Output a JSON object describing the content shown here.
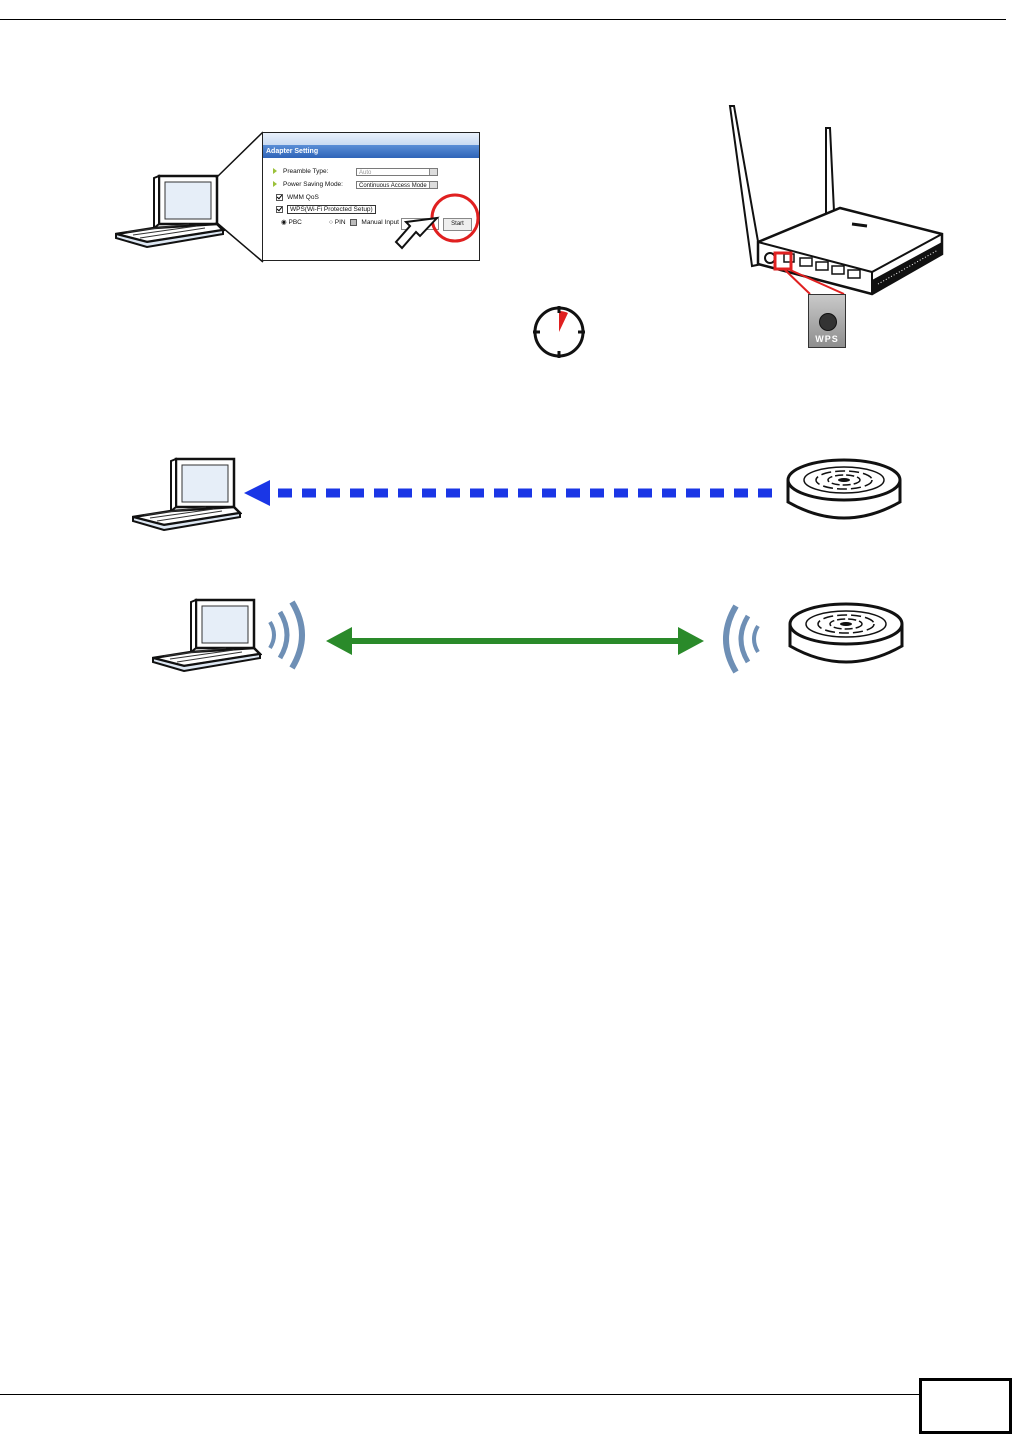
{
  "adapter_panel": {
    "title": "Adapter Setting",
    "preamble_label": "Preamble Type:",
    "preamble_value": "Auto",
    "power_label": "Power Saving Mode:",
    "power_value": "Continuous Access Mode",
    "wmm_label": "WMM QoS",
    "wps_label": "WPS(Wi-Fi Protected Setup)",
    "pbc_label": "PBC",
    "pin_label": "PIN",
    "manual_label": "Manual Input",
    "start_label": "Start"
  },
  "router_badge": {
    "label": "WPS"
  },
  "colors": {
    "negotiation_arrow": "#1a36e6",
    "connection_arrow": "#2a8a2a",
    "highlight": "#e02020"
  }
}
